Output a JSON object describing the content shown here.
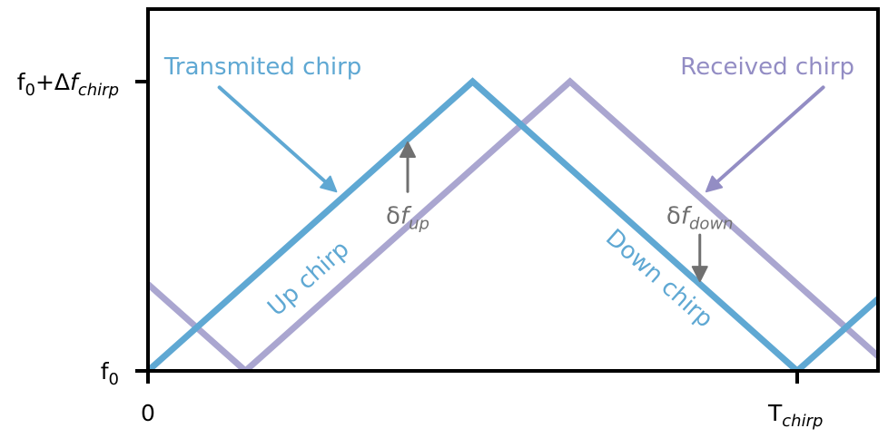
{
  "chart_data": {
    "type": "line",
    "title": "",
    "xlabel": "",
    "ylabel": "",
    "xlim": [
      0,
      1.125
    ],
    "ylim": [
      0,
      1.25
    ],
    "grid": false,
    "x_ticks": [
      {
        "value": 0,
        "label": "0",
        "sub": ""
      },
      {
        "value": 1,
        "label": "T",
        "sub": "chirp"
      }
    ],
    "y_ticks": [
      {
        "value": 0,
        "label": "f",
        "sub0": "0",
        "rest": "",
        "italic": "",
        "sub": ""
      },
      {
        "value": 1,
        "label": "f",
        "sub0": "0",
        "rest": "+Δ",
        "italic": "f",
        "sub": "chirp"
      }
    ],
    "series": [
      {
        "name": "Transmitted chirp",
        "color": "#5fa8d3",
        "x": [
          0,
          0.5,
          1.0,
          1.125
        ],
        "y": [
          0,
          1,
          0,
          0.25
        ]
      },
      {
        "name": "Received chirp",
        "color": "#aaa6d0",
        "x": [
          0,
          0.15,
          0.65,
          1.125
        ],
        "y": [
          0.3,
          0,
          1,
          0.05
        ]
      }
    ],
    "annotations": [
      {
        "id": "transmitted",
        "text": "Transmited chirp",
        "color": "#5fa8d3",
        "text_at": [
          0.025,
          1.025
        ],
        "arrow_from": [
          0.11,
          0.98
        ],
        "arrow_to": [
          0.29,
          0.62
        ]
      },
      {
        "id": "received",
        "text": "Received chirp",
        "color": "#938dc4",
        "text_at": [
          0.82,
          1.025
        ],
        "arrow_from": [
          1.04,
          0.98
        ],
        "arrow_to": [
          0.86,
          0.62
        ]
      },
      {
        "id": "delta-up",
        "base": "δ",
        "italic": "f",
        "sub": "up",
        "color": "#707070",
        "text_at": [
          0.4,
          0.51
        ],
        "arrow_from": [
          0.4,
          0.62
        ],
        "arrow_to": [
          0.4,
          0.79
        ]
      },
      {
        "id": "delta-down",
        "base": "δ",
        "italic": "f",
        "sub": "down",
        "color": "#707070",
        "text_at": [
          0.85,
          0.51
        ],
        "arrow_from": [
          0.85,
          0.47
        ],
        "arrow_to": [
          0.85,
          0.31
        ]
      },
      {
        "id": "up-chirp",
        "text": "Up chirp",
        "color": "#5fa8d3",
        "text_at": [
          0.255,
          0.3
        ],
        "rotate": "up"
      },
      {
        "id": "down-chirp",
        "text": "Down chirp",
        "color": "#5fa8d3",
        "text_at": [
          0.78,
          0.3
        ],
        "rotate": "down"
      }
    ]
  }
}
